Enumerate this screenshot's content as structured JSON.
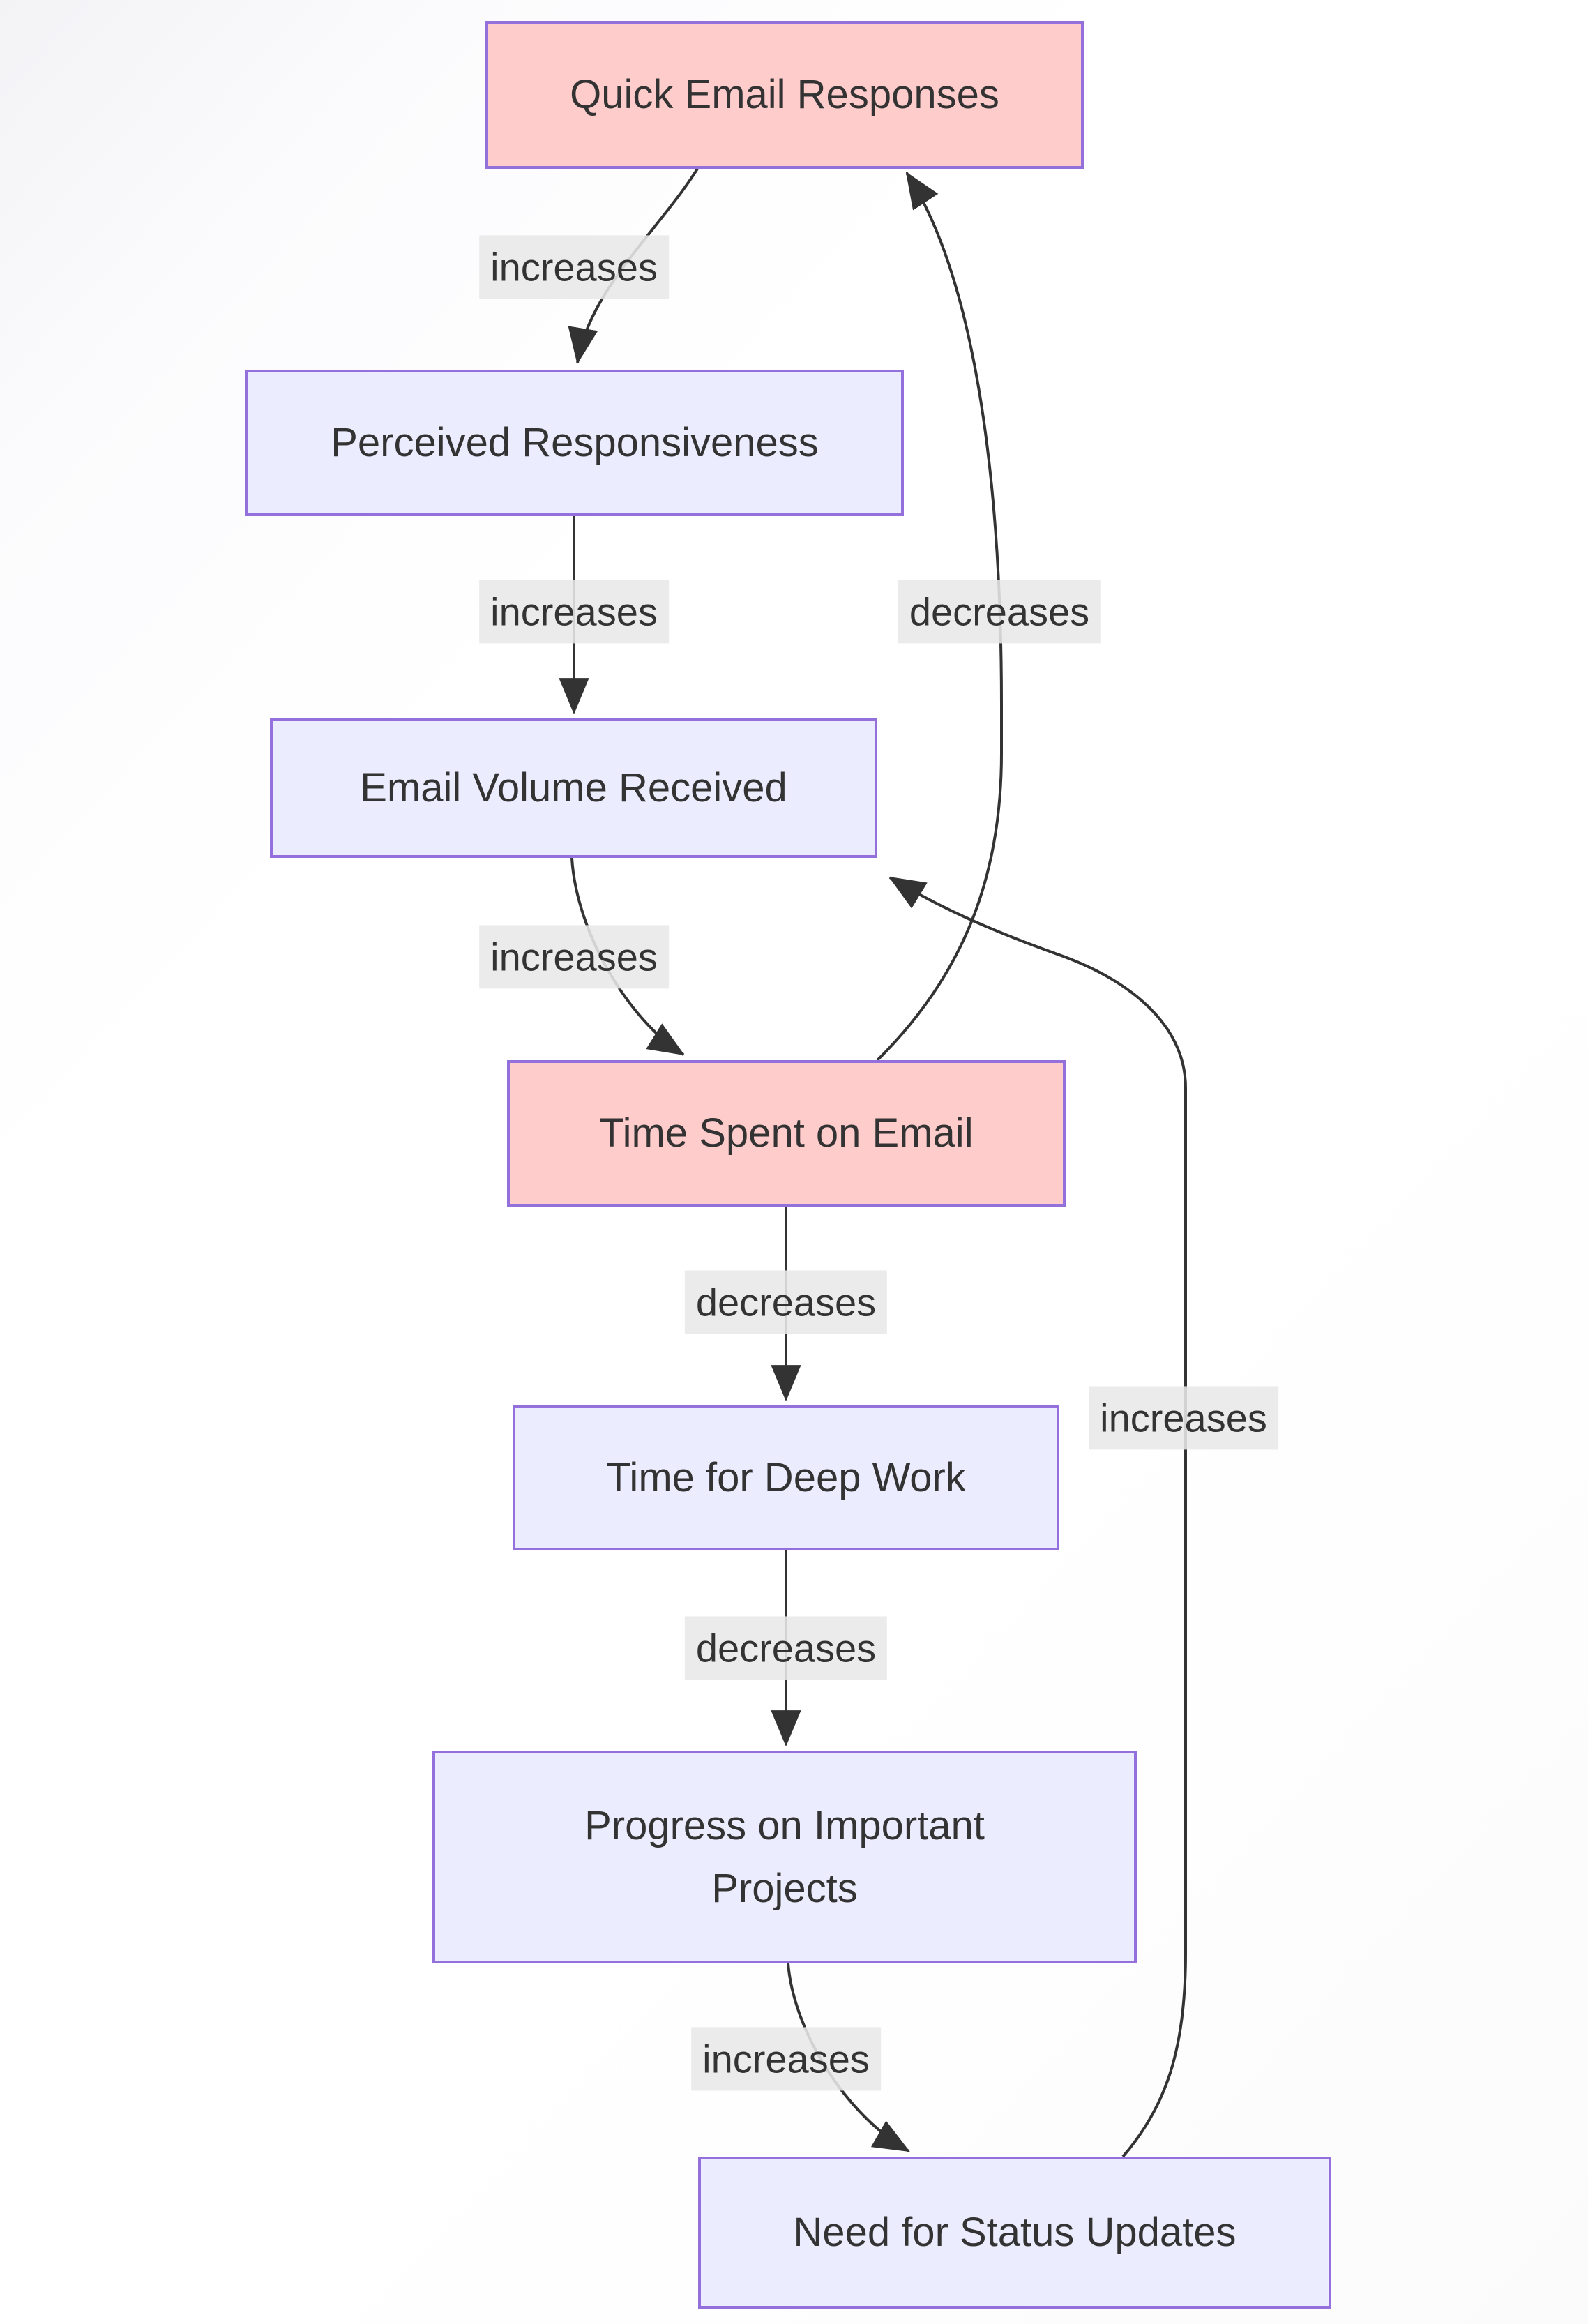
{
  "diagram": {
    "type": "flowchart",
    "direction": "top-down",
    "nodes": [
      {
        "id": "A",
        "label": "Quick Email Responses",
        "lines": [
          "Quick Email Responses"
        ],
        "style": "highlight"
      },
      {
        "id": "B",
        "label": "Perceived Responsiveness",
        "lines": [
          "Perceived Responsiveness"
        ],
        "style": "default"
      },
      {
        "id": "C",
        "label": "Email Volume Received",
        "lines": [
          "Email Volume Received"
        ],
        "style": "default"
      },
      {
        "id": "D",
        "label": "Time Spent on Email",
        "lines": [
          "Time Spent on Email"
        ],
        "style": "highlight"
      },
      {
        "id": "E",
        "label": "Time for Deep Work",
        "lines": [
          "Time for Deep Work"
        ],
        "style": "default"
      },
      {
        "id": "F",
        "label": "Progress on Important Projects",
        "lines": [
          "Progress on Important",
          "Projects"
        ],
        "style": "default"
      },
      {
        "id": "G",
        "label": "Need for Status Updates",
        "lines": [
          "Need for Status Updates"
        ],
        "style": "default"
      }
    ],
    "edges": [
      {
        "from": "Quick Email Responses",
        "to": "Perceived Responsiveness",
        "label": "increases"
      },
      {
        "from": "Perceived Responsiveness",
        "to": "Email Volume Received",
        "label": "increases"
      },
      {
        "from": "Email Volume Received",
        "to": "Time Spent on Email",
        "label": "increases"
      },
      {
        "from": "Time Spent on Email",
        "to": "Time for Deep Work",
        "label": "decreases"
      },
      {
        "from": "Time for Deep Work",
        "to": "Progress on Important Projects",
        "label": "decreases"
      },
      {
        "from": "Progress on Important Projects",
        "to": "Need for Status Updates",
        "label": "increases"
      },
      {
        "from": "Need for Status Updates",
        "to": "Email Volume Received",
        "label": "increases"
      },
      {
        "from": "Time Spent on Email",
        "to": "Quick Email Responses",
        "label": "decreases"
      }
    ],
    "colors": {
      "node_fill": "#ECECFF",
      "highlight_node_fill": "#FFCCCC",
      "node_border": "#9370DB",
      "edge_line": "#333333",
      "edge_label_background": "#e8e8e8",
      "text": "#333333"
    }
  }
}
